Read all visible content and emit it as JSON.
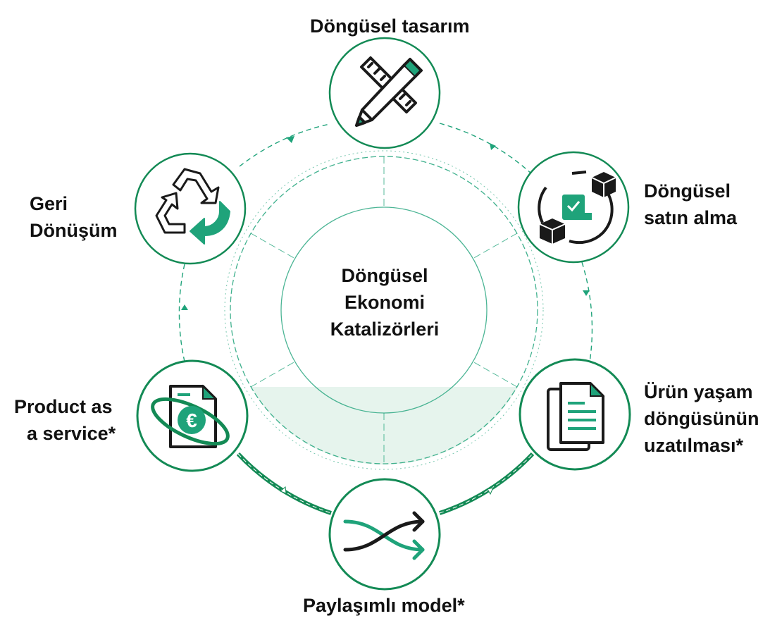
{
  "center": {
    "lines": [
      "Döngüsel",
      "Ekonomi",
      "Katalizörleri"
    ]
  },
  "nodes": [
    {
      "id": "circular-design",
      "icon": "ruler-pencil-icon",
      "lines": [
        "Döngüsel tasarım"
      ]
    },
    {
      "id": "circular-procurement",
      "icon": "procurement-boxes-icon",
      "lines": [
        "Döngüsel",
        "satın alma"
      ]
    },
    {
      "id": "product-life-extension",
      "icon": "documents-icon",
      "lines": [
        "Ürün yaşam",
        "döngüsünün",
        "uzatılması*"
      ]
    },
    {
      "id": "sharing-model",
      "icon": "crossing-arrows-icon",
      "lines": [
        "Paylaşımlı model*"
      ]
    },
    {
      "id": "product-as-a-service",
      "icon": "euro-document-icon",
      "lines": [
        "Product as",
        "a service*"
      ]
    },
    {
      "id": "recycling",
      "icon": "recycle-icon",
      "lines": [
        "Geri",
        "Dönüşüm"
      ]
    }
  ],
  "colors": {
    "accent": "#138a55",
    "accent_light": "#1fa37a",
    "highlight_fill": "#e6f4ed",
    "line": "#1a1a1a"
  }
}
